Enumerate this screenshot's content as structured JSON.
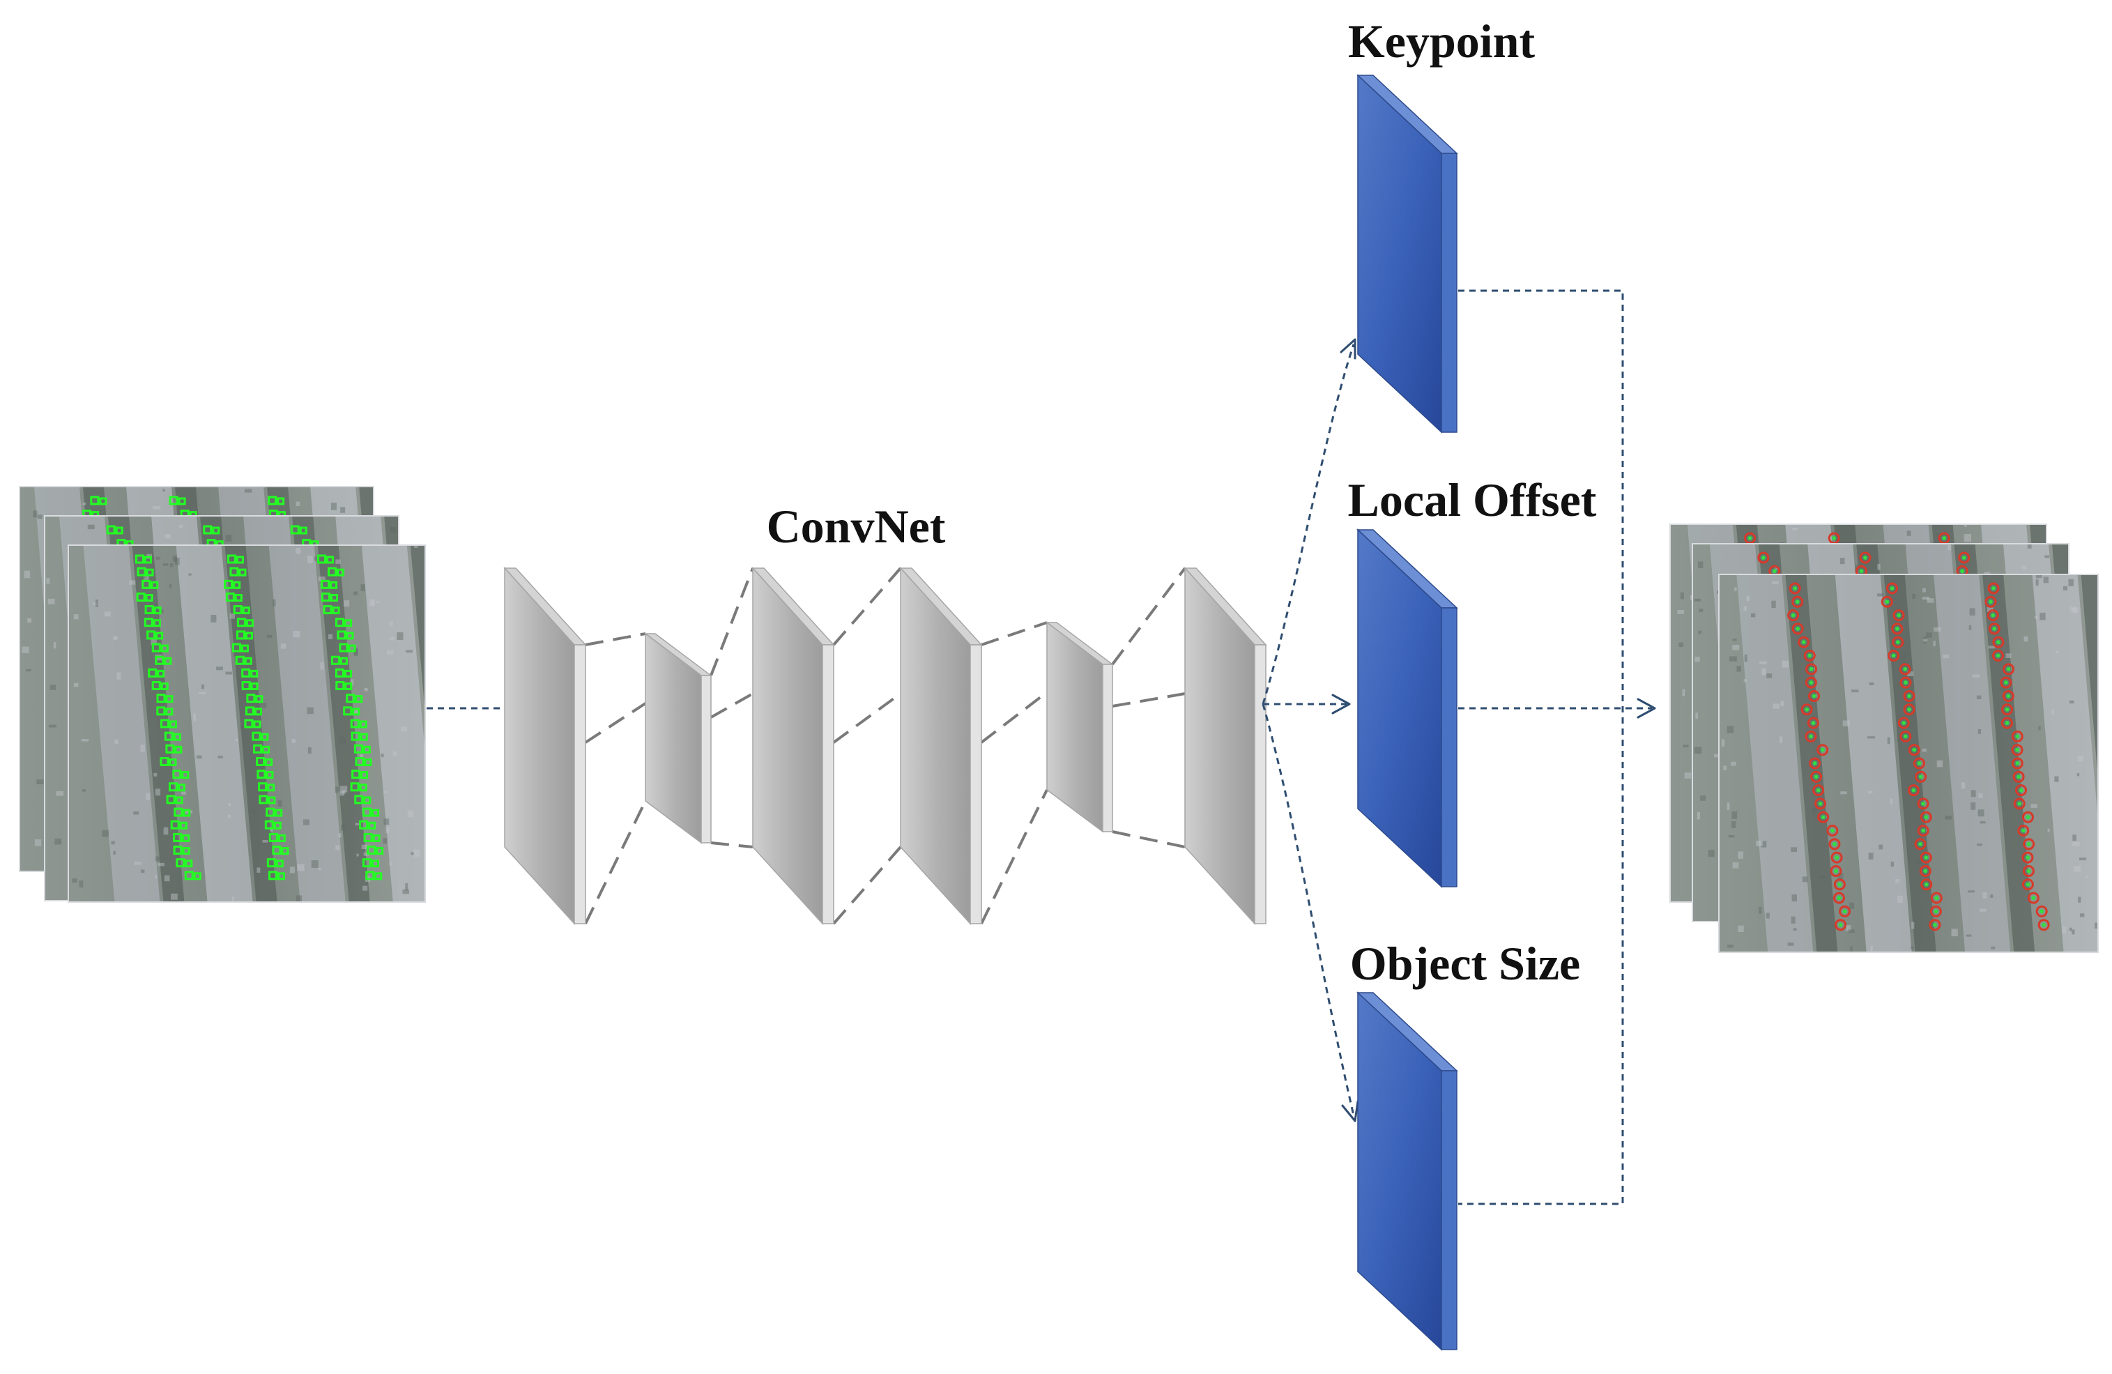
{
  "labels": {
    "convnet": "ConvNet",
    "keypoint": "Keypoint",
    "local_offset": "Local Offset",
    "object_size": "Object Size"
  },
  "colors": {
    "input_detections": "#22ff22",
    "output_detections_ring": "#d63a2a",
    "output_detections_center": "#33dd44",
    "head_blue": "#2f56b0",
    "layer_gray": "#b3b3b3",
    "arrow": "#2f4d70"
  },
  "icons": {
    "input": "input-image-stack",
    "output": "output-image-stack",
    "layers": "convnet-layer",
    "heads": "output-head-block"
  }
}
